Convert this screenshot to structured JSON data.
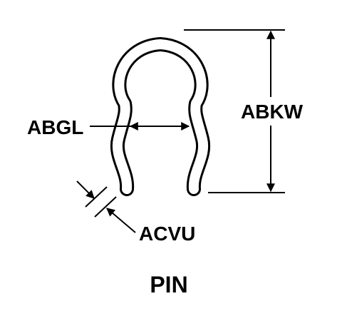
{
  "diagram": {
    "title": "PIN",
    "labels": {
      "height": "ABKW",
      "inner_width": "ABGL",
      "thickness": "ACVU"
    },
    "colors": {
      "ink": "#000000",
      "background": "#ffffff"
    }
  }
}
